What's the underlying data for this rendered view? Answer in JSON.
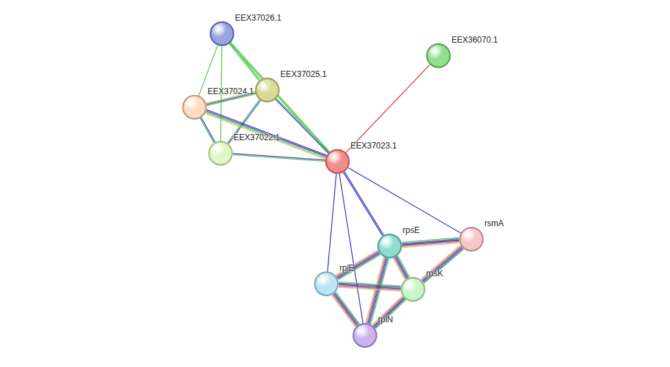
{
  "diagram": {
    "nodes": [
      {
        "text": [
          "EEX37026.1"
        ]
      },
      {
        "text": [
          "EEX36070.1"
        ]
      },
      {
        "text": [
          "EEX37025.1"
        ]
      },
      {
        "text": [
          "EEX37024.1"
        ]
      },
      {
        "text": [
          "EEX37022.1"
        ]
      },
      {
        "text": [
          "EEX37023.1"
        ]
      },
      {
        "text": [
          "rsmA"
        ]
      },
      {
        "text": [
          "rpsE"
        ]
      },
      {
        "text": [
          "rplE"
        ]
      },
      {
        "text": [
          "rpsK"
        ]
      },
      {
        "text": [
          "rplN"
        ]
      }
    ],
    "edges": [
      {
        "from": 5,
        "to": 1,
        "arrow": "none"
      },
      {
        "from": 0,
        "to": 2,
        "arrow": "none"
      },
      {
        "from": 0,
        "to": 3,
        "arrow": "none"
      },
      {
        "from": 0,
        "to": 4,
        "arrow": "none"
      },
      {
        "from": 0,
        "to": 5,
        "arrow": "none"
      },
      {
        "from": 2,
        "to": 3,
        "arrow": "none"
      },
      {
        "from": 2,
        "to": 4,
        "arrow": "none"
      },
      {
        "from": 2,
        "to": 5,
        "arrow": "none"
      },
      {
        "from": 3,
        "to": 4,
        "arrow": "none"
      },
      {
        "from": 3,
        "to": 5,
        "arrow": "none"
      },
      {
        "from": 4,
        "to": 5,
        "arrow": "none"
      },
      {
        "from": 5,
        "to": 7,
        "arrow": "none"
      },
      {
        "from": 5,
        "to": 6,
        "arrow": "none"
      },
      {
        "from": 5,
        "to": 8,
        "arrow": "none"
      },
      {
        "from": 5,
        "to": 10,
        "arrow": "none"
      },
      {
        "from": 7,
        "to": 6,
        "arrow": "none"
      },
      {
        "from": 7,
        "to": 8,
        "arrow": "none"
      },
      {
        "from": 7,
        "to": 9,
        "arrow": "none"
      },
      {
        "from": 7,
        "to": 10,
        "arrow": "none"
      },
      {
        "from": 8,
        "to": 9,
        "arrow": "none"
      },
      {
        "from": 8,
        "to": 10,
        "arrow": "none"
      },
      {
        "from": 9,
        "to": 10,
        "arrow": "none"
      },
      {
        "from": 6,
        "to": 9,
        "arrow": "none"
      }
    ]
  }
}
